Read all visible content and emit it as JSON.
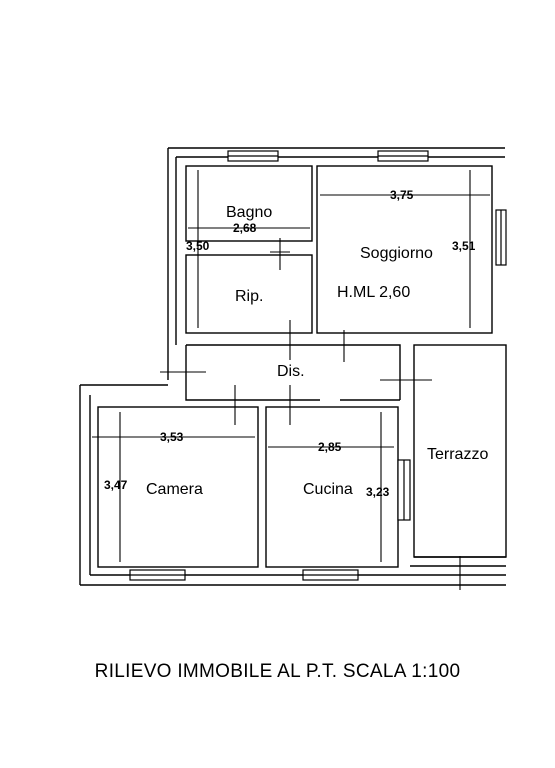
{
  "rooms": {
    "bagno": "Bagno",
    "soggiorno": "Soggiorno",
    "rip": "Rip.",
    "height": "H.ML 2,60",
    "dis": "Dis.",
    "camera": "Camera",
    "cucina": "Cucina",
    "terrazzo": "Terrazzo"
  },
  "dimensions": {
    "bagno_width": "2,68",
    "bagno_height": "3,50",
    "soggiorno_width": "3,75",
    "soggiorno_height": "3,51",
    "camera_width": "3,53",
    "camera_height": "3,47",
    "cucina_width": "2,85",
    "cucina_height": "3,23"
  },
  "caption": "RILIEVO IMMOBILE AL P.T. SCALA 1:100"
}
